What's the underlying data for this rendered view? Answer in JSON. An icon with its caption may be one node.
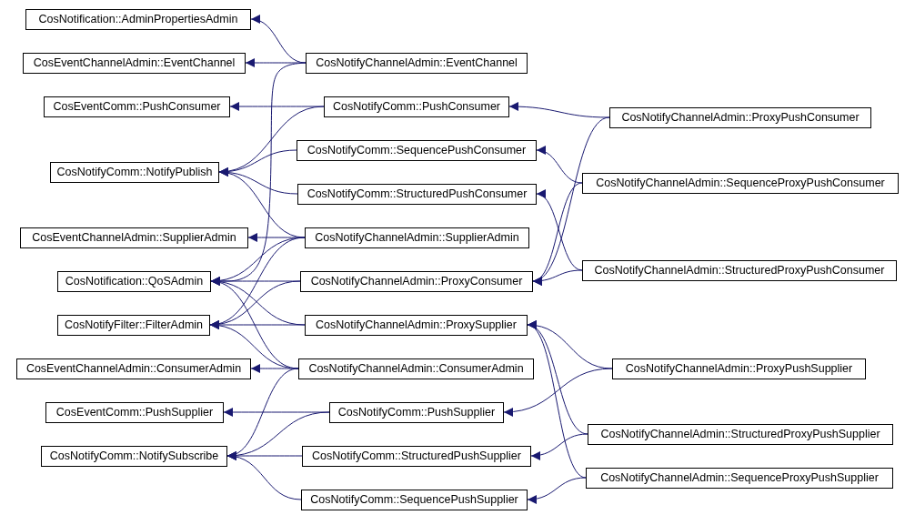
{
  "diagram": {
    "nodes": [
      {
        "text": [
          "CosNotification::AdminPropertiesAdmin"
        ]
      },
      {
        "text": [
          "CosEventChannelAdmin::EventChannel"
        ]
      },
      {
        "text": [
          "CosEventComm::PushConsumer"
        ]
      },
      {
        "text": [
          "CosNotifyComm::NotifyPublish"
        ]
      },
      {
        "text": [
          "CosEventChannelAdmin::SupplierAdmin"
        ]
      },
      {
        "text": [
          "CosNotification::QoSAdmin"
        ]
      },
      {
        "text": [
          "CosNotifyFilter::FilterAdmin"
        ]
      },
      {
        "text": [
          "CosEventChannelAdmin::ConsumerAdmin"
        ]
      },
      {
        "text": [
          "CosEventComm::PushSupplier"
        ]
      },
      {
        "text": [
          "CosNotifyComm::NotifySubscribe"
        ]
      },
      {
        "text": [
          "CosNotifyChannelAdmin::EventChannel"
        ]
      },
      {
        "text": [
          "CosNotifyComm::PushConsumer"
        ]
      },
      {
        "text": [
          "CosNotifyComm::SequencePushConsumer"
        ]
      },
      {
        "text": [
          "CosNotifyComm::StructuredPushConsumer"
        ]
      },
      {
        "text": [
          "CosNotifyChannelAdmin::SupplierAdmin"
        ]
      },
      {
        "text": [
          "CosNotifyChannelAdmin::ProxyConsumer"
        ]
      },
      {
        "text": [
          "CosNotifyChannelAdmin::ProxySupplier"
        ]
      },
      {
        "text": [
          "CosNotifyChannelAdmin::ConsumerAdmin"
        ]
      },
      {
        "text": [
          "CosNotifyComm::PushSupplier"
        ]
      },
      {
        "text": [
          "CosNotifyComm::StructuredPushSupplier"
        ]
      },
      {
        "text": [
          "CosNotifyComm::SequencePushSupplier"
        ]
      },
      {
        "text": [
          "CosNotifyChannelAdmin::ProxyPushConsumer"
        ]
      },
      {
        "text": [
          "CosNotifyChannelAdmin::SequenceProxyPushConsumer"
        ]
      },
      {
        "text": [
          "CosNotifyChannelAdmin::StructuredProxyPushConsumer"
        ]
      },
      {
        "text": [
          "CosNotifyChannelAdmin::ProxyPushSupplier"
        ]
      },
      {
        "text": [
          "CosNotifyChannelAdmin::StructuredProxyPushSupplier"
        ]
      },
      {
        "text": [
          "CosNotifyChannelAdmin::SequenceProxyPushSupplier"
        ]
      }
    ],
    "edges": [
      {
        "from": 10,
        "to": 0,
        "arrow": "to"
      },
      {
        "from": 10,
        "to": 1,
        "arrow": "to"
      },
      {
        "from": 10,
        "to": 5,
        "arrow": "to"
      },
      {
        "from": 11,
        "to": 2,
        "arrow": "to"
      },
      {
        "from": 11,
        "to": 3,
        "arrow": "to"
      },
      {
        "from": 12,
        "to": 3,
        "arrow": "to"
      },
      {
        "from": 13,
        "to": 3,
        "arrow": "to"
      },
      {
        "from": 14,
        "to": 3,
        "arrow": "to"
      },
      {
        "from": 14,
        "to": 4,
        "arrow": "to"
      },
      {
        "from": 14,
        "to": 5,
        "arrow": "to"
      },
      {
        "from": 14,
        "to": 6,
        "arrow": "to"
      },
      {
        "from": 15,
        "to": 5,
        "arrow": "to"
      },
      {
        "from": 15,
        "to": 6,
        "arrow": "to"
      },
      {
        "from": 16,
        "to": 5,
        "arrow": "to"
      },
      {
        "from": 16,
        "to": 6,
        "arrow": "to"
      },
      {
        "from": 17,
        "to": 5,
        "arrow": "to"
      },
      {
        "from": 17,
        "to": 6,
        "arrow": "to"
      },
      {
        "from": 17,
        "to": 7,
        "arrow": "to"
      },
      {
        "from": 17,
        "to": 9,
        "arrow": "to"
      },
      {
        "from": 18,
        "to": 8,
        "arrow": "to"
      },
      {
        "from": 18,
        "to": 9,
        "arrow": "to"
      },
      {
        "from": 19,
        "to": 9,
        "arrow": "to"
      },
      {
        "from": 20,
        "to": 9,
        "arrow": "to"
      },
      {
        "from": 21,
        "to": 11,
        "arrow": "to"
      },
      {
        "from": 21,
        "to": 15,
        "arrow": "to"
      },
      {
        "from": 22,
        "to": 12,
        "arrow": "to"
      },
      {
        "from": 22,
        "to": 15,
        "arrow": "to"
      },
      {
        "from": 23,
        "to": 13,
        "arrow": "to"
      },
      {
        "from": 23,
        "to": 15,
        "arrow": "to"
      },
      {
        "from": 24,
        "to": 16,
        "arrow": "to"
      },
      {
        "from": 24,
        "to": 18,
        "arrow": "to"
      },
      {
        "from": 25,
        "to": 16,
        "arrow": "to"
      },
      {
        "from": 25,
        "to": 19,
        "arrow": "to"
      },
      {
        "from": 26,
        "to": 16,
        "arrow": "to"
      },
      {
        "from": 26,
        "to": 20,
        "arrow": "to"
      }
    ]
  }
}
